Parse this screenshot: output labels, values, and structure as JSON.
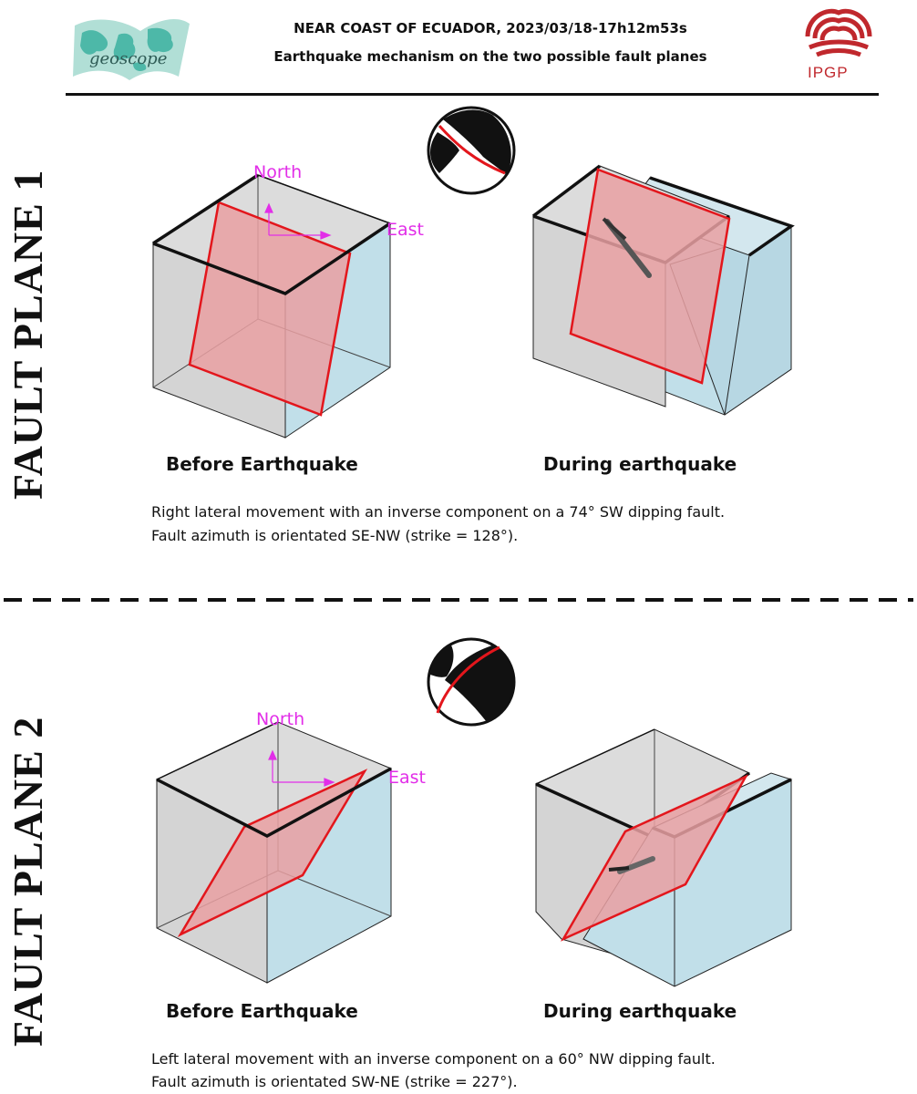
{
  "header": {
    "title": "NEAR COAST OF ECUADOR, 2023/03/18-17h12m53s",
    "subtitle": "Earthquake mechanism on the two possible fault planes",
    "left_logo_text": "geoscope",
    "right_logo_text": "IPGP"
  },
  "colors": {
    "block_grey": "#d4d4d4",
    "block_blue": "#c1dfe9",
    "fault_red": "#e9a0a2",
    "fault_edge": "#e3161c",
    "direction_magenta": "#e22ee8",
    "geoscope_teal": "#4db8a8",
    "ipgp_red": "#c0282d"
  },
  "panels": [
    {
      "label": "FAULT PLANE 1",
      "before_caption": "Before Earthquake",
      "during_caption": "During earthquake",
      "north_label": "North",
      "east_label": "East",
      "description_line1": "Right lateral movement with an inverse component on a 74° SW dipping fault.",
      "description_line2": "Fault azimuth is orientated SE-NW (strike = 128°)."
    },
    {
      "label": "FAULT PLANE 2",
      "before_caption": "Before Earthquake",
      "during_caption": "During earthquake",
      "north_label": "North",
      "east_label": "East",
      "description_line1": "Left lateral movement with an inverse component on a 60° NW dipping fault.",
      "description_line2": "Fault azimuth is orientated SW-NE (strike = 227°)."
    }
  ]
}
